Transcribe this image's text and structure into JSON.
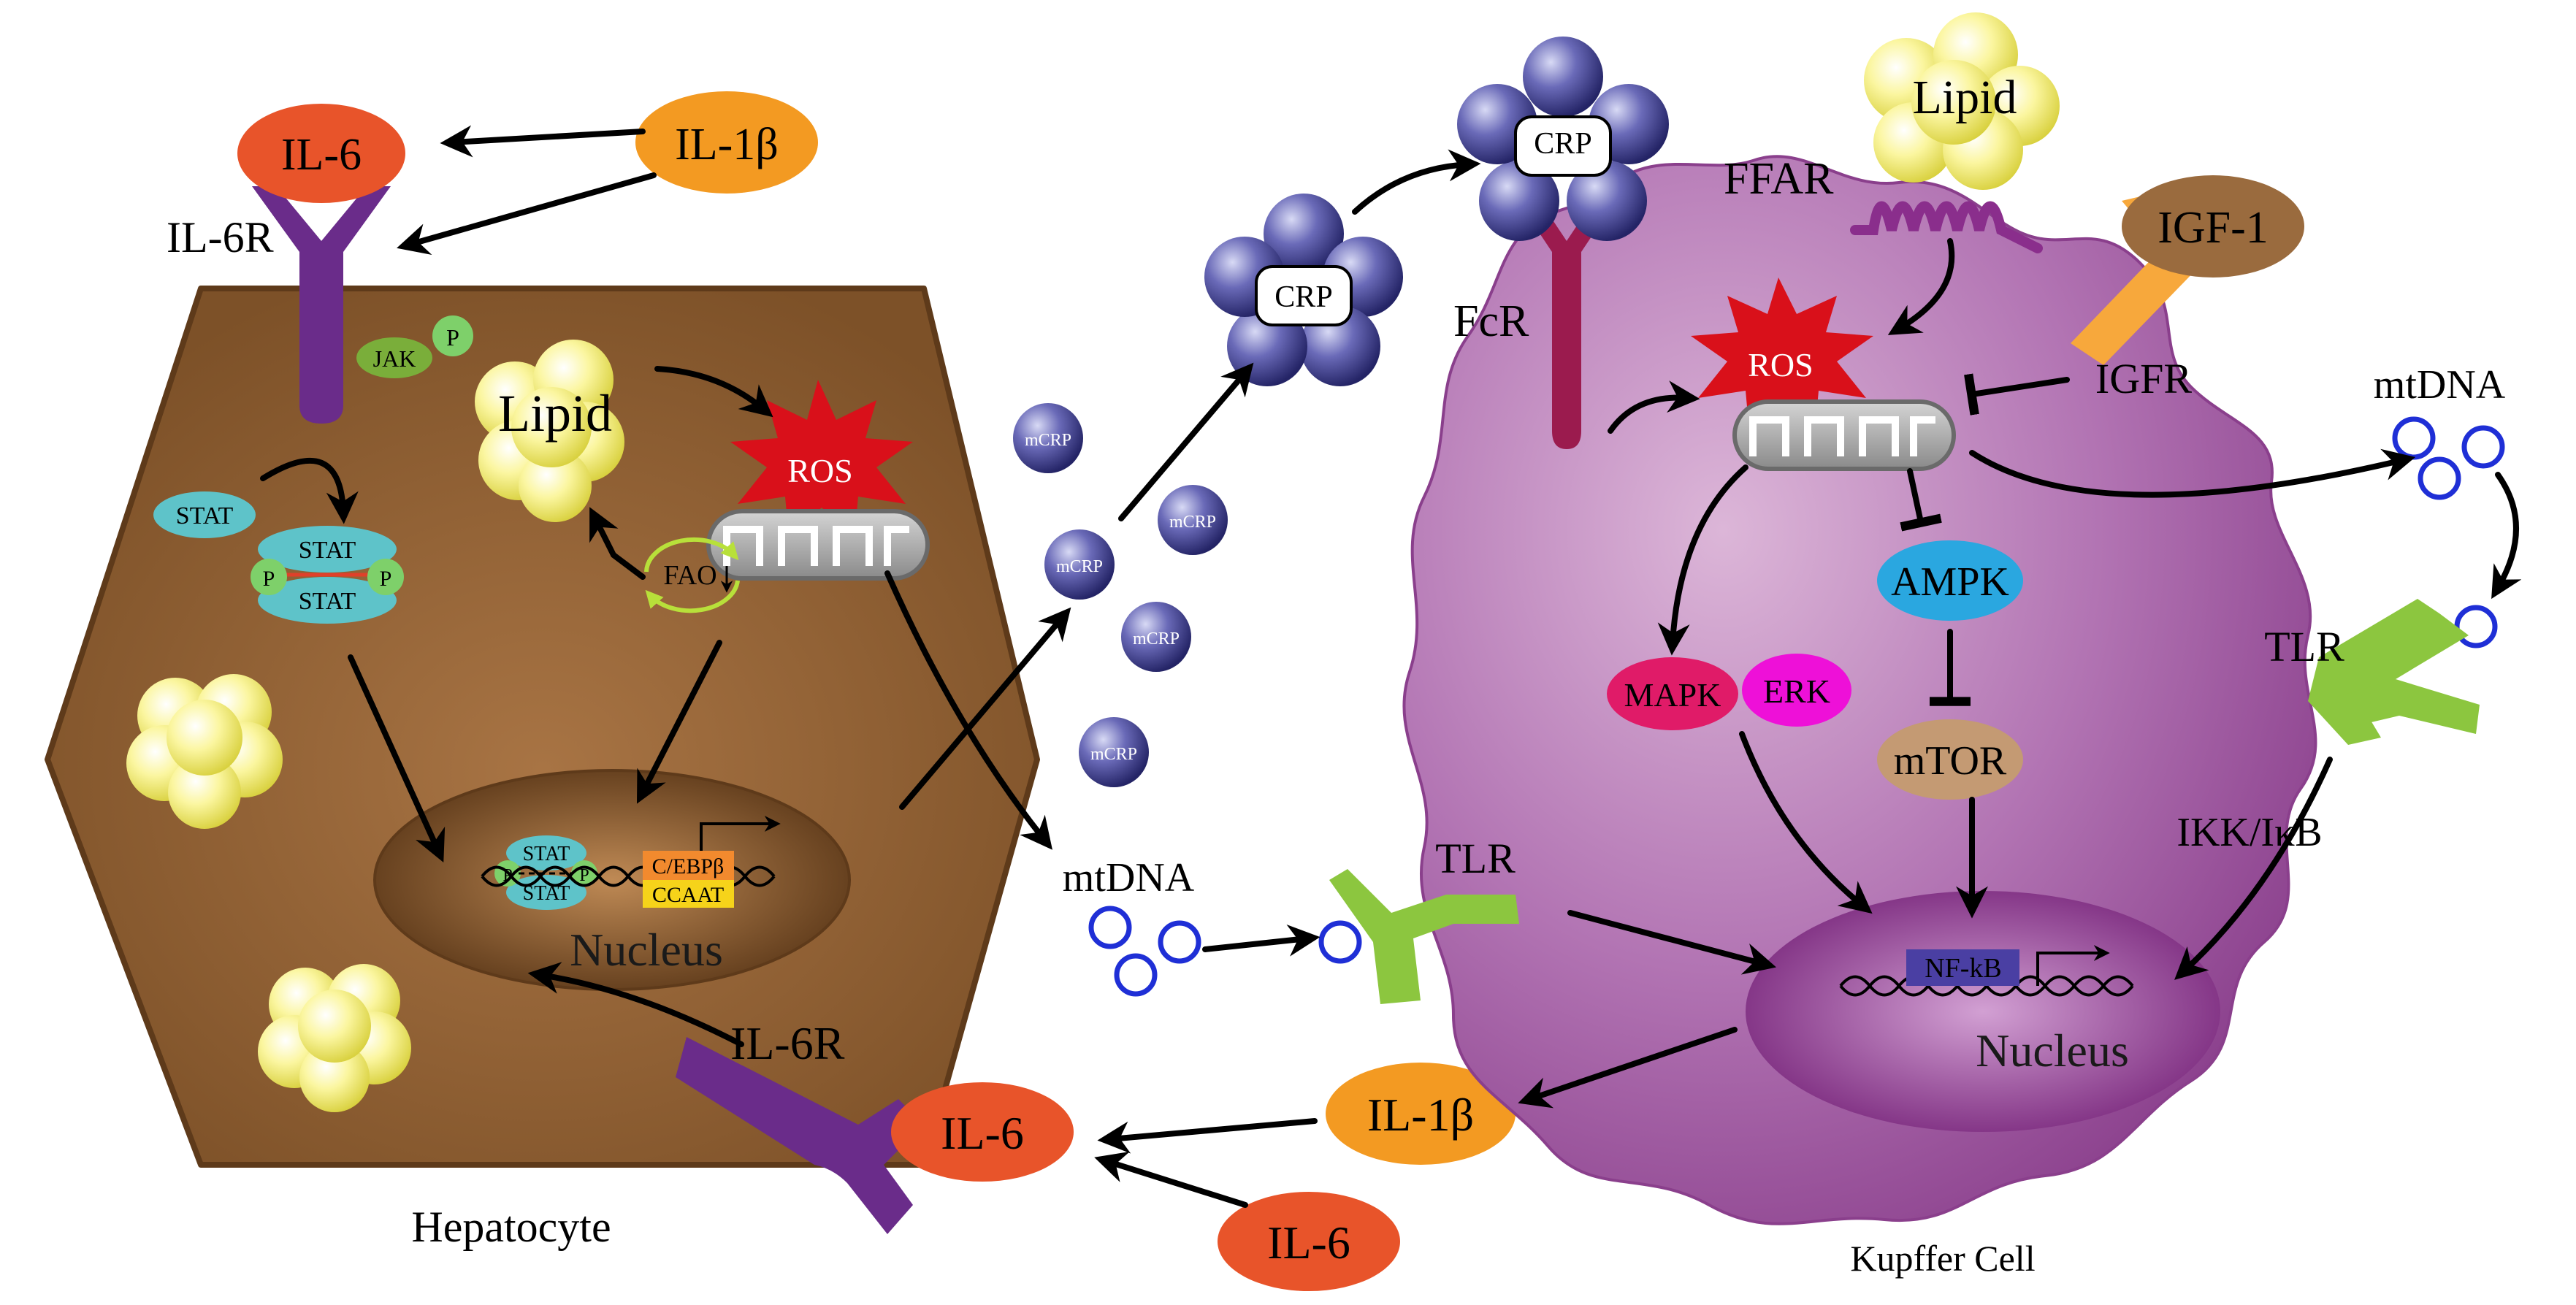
{
  "cells": {
    "hepatocyte": "Hepatocyte",
    "kupffer": "Kupffer Cell"
  },
  "labels": {
    "il6": "IL-6",
    "il1b": "IL-1β",
    "il6r": "IL-6R",
    "jak": "JAK",
    "p": "P",
    "stat": "STAT",
    "lipid": "Lipid",
    "ros": "ROS",
    "fao": "FAO",
    "nucleus": "Nucleus",
    "cebpb": "C/EBPβ",
    "ccaat": "CCAAT",
    "mcrp": "mCRP",
    "crp": "CRP",
    "mtdna": "mtDNA",
    "tlr": "TLR",
    "fcr": "FcR",
    "ffar": "FFAR",
    "igf1": "IGF-1",
    "igfr": "IGFR",
    "ampk": "AMPK",
    "mtor": "mTOR",
    "mapk": "MAPK",
    "erk": "ERK",
    "ikk": "IKK/IκB",
    "nfkb": "NF-kB"
  },
  "colors": {
    "hepatocyte": "#8a5a2e",
    "kupffer": "#a35aa6",
    "il6": "#e8542a",
    "il1b": "#f39a22",
    "receptor": "#6a2c8a",
    "tlr": "#8cc63f",
    "fcr": "#9b1b4e",
    "crp_bead": "#3c3c8e",
    "mtdna_ring": "#1f2fd6",
    "ros": "#d9101a",
    "lipid": "#f5f07a",
    "ampk": "#2aa7e0",
    "mtor": "#c49a73",
    "mapk": "#e01b68",
    "erk": "#ee10d8",
    "nfkb": "#4a3fa3",
    "igf1": "#9a6b3e",
    "igfr": "#f7a83c",
    "stat": "#5ec3c9",
    "cebp": "#f6d31a"
  }
}
